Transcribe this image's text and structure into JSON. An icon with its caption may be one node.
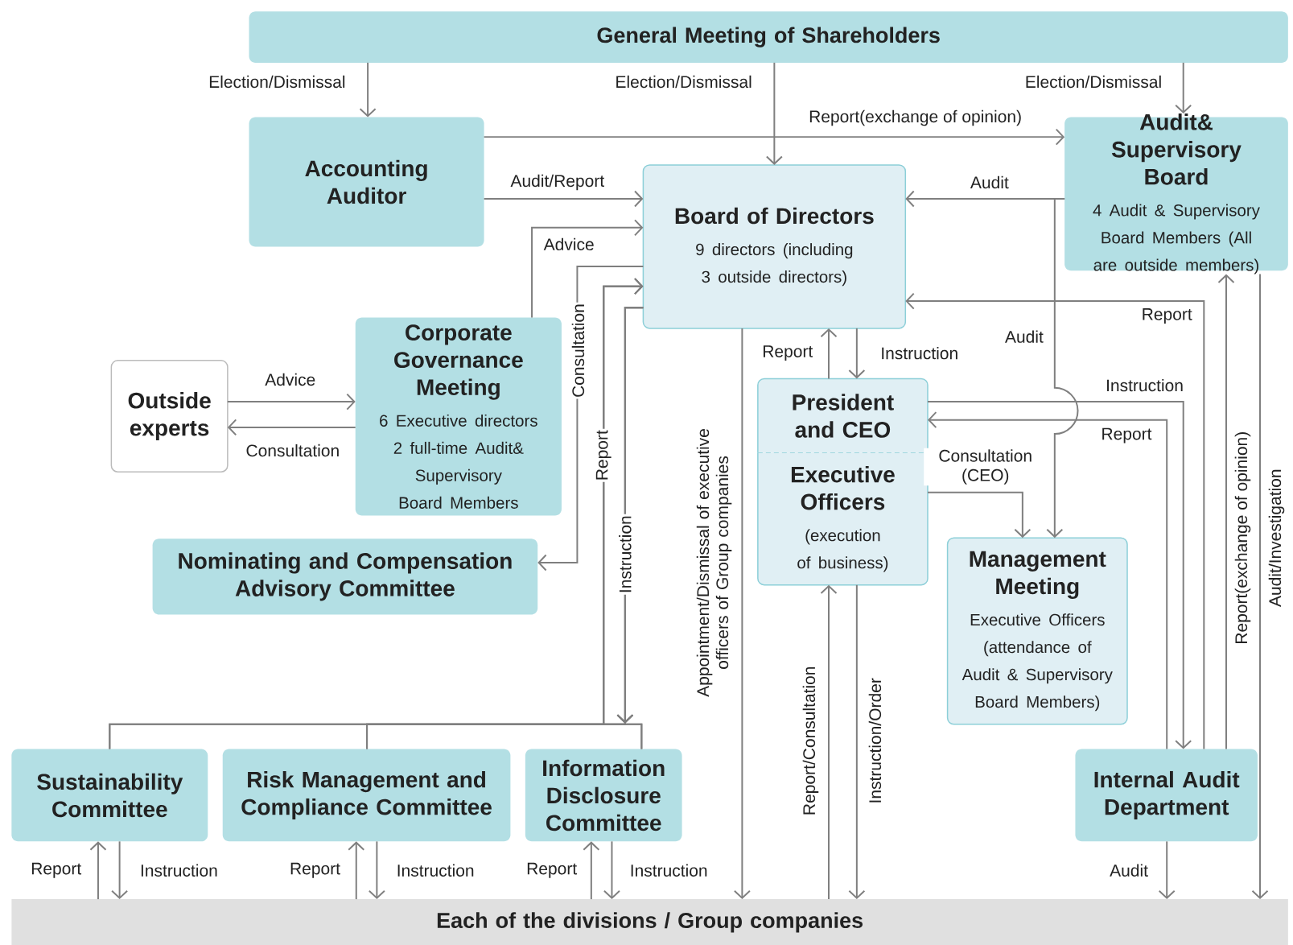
{
  "diagram": {
    "nodes": [
      {
        "text": [
          "General Meeting of Shareholders"
        ]
      },
      {
        "text": [
          "Accounting Auditor"
        ]
      },
      {
        "text": [
          "Audit& Supervisory Board",
          "4 Audit & Supervisory Board Members (All are outside members)"
        ]
      },
      {
        "text": [
          "Board of Directors",
          "9 directors (including 3 outside directors)"
        ]
      },
      {
        "text": [
          "Outside experts"
        ]
      },
      {
        "text": [
          "Corporate Governance Meeting",
          "6 Executive directors 2 full-time Audit& Supervisory Board Members"
        ]
      },
      {
        "text": [
          "Nominating and Compensation Advisory Committee"
        ]
      },
      {
        "text": [
          "President and CEO"
        ]
      },
      {
        "text": [
          "Executive Officers",
          "(execution of business)"
        ]
      },
      {
        "text": [
          "Management Meeting",
          "Executive Officers (attendance of Audit & Supervisory Board Members)"
        ]
      },
      {
        "text": [
          "Sustainability Committee"
        ]
      },
      {
        "text": [
          "Risk Management and Compliance Committee"
        ]
      },
      {
        "text": [
          "Information Disclosure Committee"
        ]
      },
      {
        "text": [
          "Internal Audit Department"
        ]
      },
      {
        "text": [
          "Each of the divisions / Group companies"
        ]
      }
    ],
    "edges": [
      {
        "from": 0,
        "to": 1,
        "arrow": "to",
        "label": "Election/Dismissal"
      },
      {
        "from": 0,
        "to": 3,
        "arrow": "to",
        "label": "Election/Dismissal"
      },
      {
        "from": 0,
        "to": 2,
        "arrow": "to",
        "label": "Election/Dismissal"
      },
      {
        "from": 1,
        "to": 2,
        "arrow": "to",
        "label": "Report(exchange of opinion)"
      },
      {
        "from": 1,
        "to": 3,
        "arrow": "to",
        "label": "Audit/Report"
      },
      {
        "from": 2,
        "to": 3,
        "arrow": "to",
        "label": "Audit"
      },
      {
        "from": 2,
        "to": 9,
        "arrow": "to",
        "label": "Audit"
      },
      {
        "from": 5,
        "to": 3,
        "arrow": "to",
        "label": "Advice"
      },
      {
        "from": 3,
        "to": 6,
        "arrow": "to",
        "label": "Consultation"
      },
      {
        "from": 4,
        "to": 5,
        "arrow": "to",
        "label": "Advice"
      },
      {
        "from": 5,
        "to": 4,
        "arrow": "to",
        "label": "Consultation"
      },
      {
        "from": 10,
        "to": 3,
        "arrow": "to",
        "label": "Report"
      },
      {
        "from": 11,
        "to": 3,
        "arrow": "to"
      },
      {
        "from": 12,
        "to": 3,
        "arrow": "to"
      },
      {
        "from": 3,
        "to": 10,
        "arrow": "to",
        "label": "Instruction"
      },
      {
        "from": 3,
        "to": 11,
        "arrow": "to"
      },
      {
        "from": 3,
        "to": 12,
        "arrow": "to"
      },
      {
        "from": 3,
        "to": 14,
        "arrow": "to",
        "label": "Appointment/Dismissal of executive officers of Group companies"
      },
      {
        "from": 3,
        "to": 7,
        "arrow": "to",
        "label": "Instruction"
      },
      {
        "from": 7,
        "to": 3,
        "arrow": "to",
        "label": "Report"
      },
      {
        "from": 14,
        "to": 8,
        "arrow": "to",
        "label": "Report/Consultation"
      },
      {
        "from": 8,
        "to": 14,
        "arrow": "to",
        "label": "Instruction/Order"
      },
      {
        "from": 8,
        "to": 9,
        "arrow": "to",
        "label": "Consultation (CEO)"
      },
      {
        "from": 7,
        "to": 13,
        "arrow": "to",
        "label": "Instruction"
      },
      {
        "from": 13,
        "to": 7,
        "arrow": "to",
        "label": "Report"
      },
      {
        "from": 13,
        "to": 3,
        "arrow": "to",
        "label": "Report"
      },
      {
        "from": 13,
        "to": 2,
        "arrow": "to",
        "label": "Report(exchange of opinion)"
      },
      {
        "from": 2,
        "to": 14,
        "arrow": "to",
        "label": "Audit/Investigation"
      },
      {
        "from": 13,
        "to": 14,
        "arrow": "to",
        "label": "Audit"
      },
      {
        "from": 14,
        "to": 10,
        "arrow": "to",
        "label": "Report"
      },
      {
        "from": 10,
        "to": 14,
        "arrow": "to",
        "label": "Instruction"
      },
      {
        "from": 14,
        "to": 11,
        "arrow": "to",
        "label": "Report"
      },
      {
        "from": 11,
        "to": 14,
        "arrow": "to",
        "label": "Instruction"
      },
      {
        "from": 14,
        "to": 12,
        "arrow": "to",
        "label": "Report"
      },
      {
        "from": 12,
        "to": 14,
        "arrow": "to",
        "label": "Instruction"
      }
    ]
  }
}
